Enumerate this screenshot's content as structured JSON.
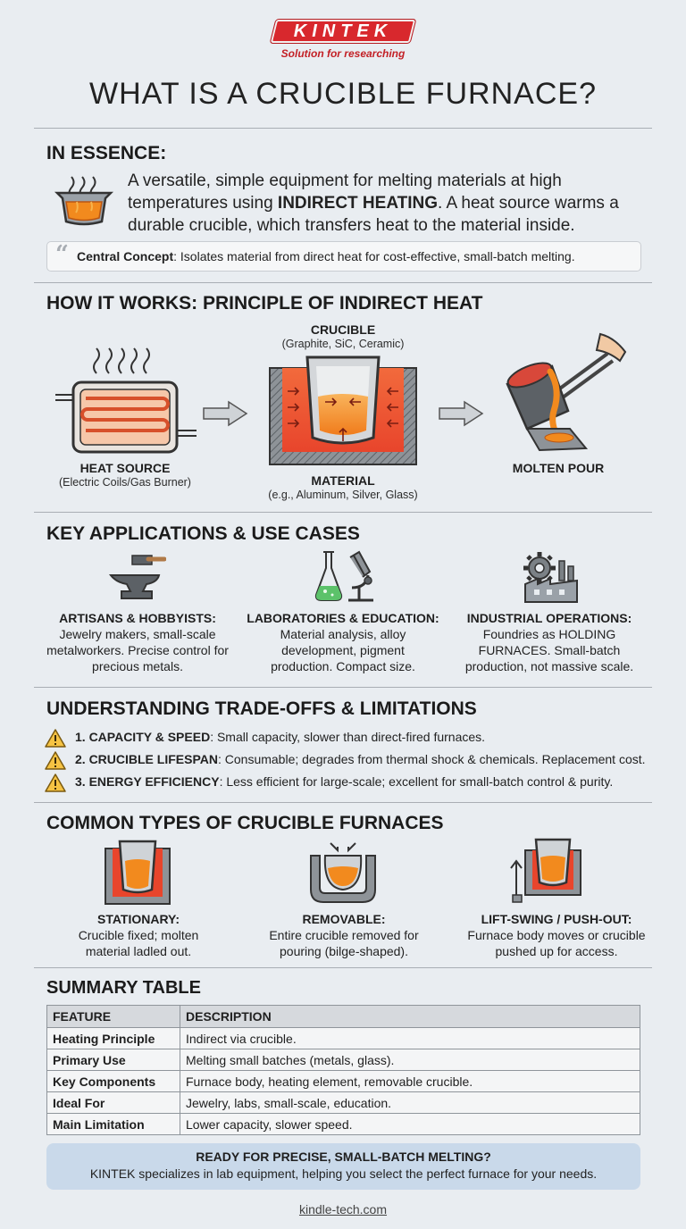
{
  "brand": {
    "logo": "KINTEK",
    "tagline": "Solution for researching"
  },
  "title": "WHAT IS A CRUCIBLE FURNACE?",
  "essence": {
    "heading": "IN ESSENCE:",
    "text_a": "A versatile, simple equipment for melting materials at high temperatures using ",
    "text_bold": "INDIRECT HEATING",
    "text_b": ". A heat source warms a durable crucible, which transfers heat to the material inside.",
    "concept_label": "Central Concept",
    "concept_text": ": Isolates material from direct heat for cost-effective, small-batch melting."
  },
  "how": {
    "heading": "HOW IT WORKS: PRINCIPLE OF INDIRECT HEAT",
    "heat_source": {
      "label": "HEAT SOURCE",
      "sub": "(Electric Coils/Gas Burner)"
    },
    "crucible": {
      "label": "CRUCIBLE",
      "sub": "(Graphite, SiC, Ceramic)"
    },
    "material": {
      "label": "MATERIAL",
      "sub": "(e.g., Aluminum, Silver, Glass)"
    },
    "pour": {
      "label": "MOLTEN POUR"
    }
  },
  "applications": {
    "heading": "KEY APPLICATIONS & USE CASES",
    "items": [
      {
        "title": "ARTISANS & HOBBYISTS:",
        "desc": "Jewelry makers, small-scale metalworkers. Precise control for precious metals."
      },
      {
        "title": "LABORATORIES & EDUCATION:",
        "desc": "Material analysis, alloy development, pigment production. Compact size."
      },
      {
        "title": "INDUSTRIAL OPERATIONS:",
        "desc": "Foundries as HOLDING FURNACES. Small-batch production, not massive scale."
      }
    ]
  },
  "limitations": {
    "heading": "UNDERSTANDING TRADE-OFFS & LIMITATIONS",
    "items": [
      {
        "label": "1. CAPACITY & SPEED",
        "text": ": Small capacity, slower than direct-fired furnaces."
      },
      {
        "label": "2. CRUCIBLE LIFESPAN",
        "text": ": Consumable; degrades from thermal shock & chemicals. Replacement cost."
      },
      {
        "label": "3. ENERGY EFFICIENCY",
        "text": ": Less efficient for large-scale; excellent for small-batch control & purity."
      }
    ]
  },
  "types": {
    "heading": "COMMON TYPES OF CRUCIBLE FURNACES",
    "items": [
      {
        "title": "STATIONARY:",
        "desc": "Crucible fixed; molten material ladled out."
      },
      {
        "title": "REMOVABLE:",
        "desc": "Entire crucible removed for pouring (bilge-shaped)."
      },
      {
        "title": "LIFT-SWING / PUSH-OUT:",
        "desc": "Furnace body moves or crucible pushed up for access."
      }
    ]
  },
  "summary": {
    "heading": "SUMMARY TABLE",
    "columns": [
      "FEATURE",
      "DESCRIPTION"
    ],
    "rows": [
      [
        "Heating Principle",
        "Indirect via crucible."
      ],
      [
        "Primary Use",
        "Melting small batches (metals, glass)."
      ],
      [
        "Key Components",
        "Furnace body, heating element, removable crucible."
      ],
      [
        "Ideal For",
        "Jewelry, labs, small-scale, education."
      ],
      [
        "Main Limitation",
        "Lower capacity, slower speed."
      ]
    ]
  },
  "cta": {
    "title": "READY FOR PRECISE, SMALL-BATCH MELTING?",
    "text": "KINTEK specializes in lab equipment, helping you select the perfect furnace for your needs."
  },
  "footer": "kindle-tech.com",
  "colors": {
    "brand_red": "#d8282d",
    "molten": "#f28a1e",
    "heat": "#e8452c",
    "cta_bg": "#c9d9ea"
  }
}
